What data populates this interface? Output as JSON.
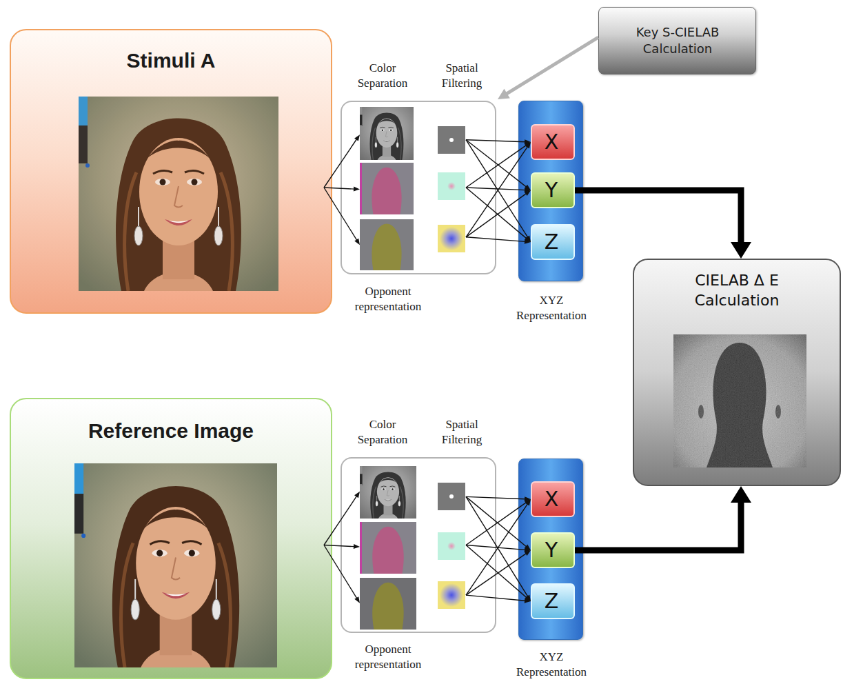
{
  "diagram": {
    "nodes": [
      {
        "text": [
          "Stimuli A"
        ]
      },
      {
        "text": [
          "Key S-CIELAB Calculation"
        ]
      },
      {
        "text": [
          "Color Separation",
          "Spatial Filtering",
          "Opponent representation"
        ]
      },
      {
        "text": [
          "XYZ Representation"
        ]
      },
      {
        "text": [
          "X"
        ],
        "in": 3
      },
      {
        "text": [
          "Y"
        ],
        "in": 3
      },
      {
        "text": [
          "Z"
        ],
        "in": 3
      },
      {
        "text": [
          "CIELAB Δ E Calculation"
        ]
      },
      {
        "text": [
          "Reference Image"
        ]
      },
      {
        "text": [
          "Color Separation",
          "Spatial Filtering",
          "Opponent representation"
        ]
      },
      {
        "text": [
          "XYZ Representation"
        ]
      },
      {
        "text": [
          "X"
        ],
        "in": 10
      },
      {
        "text": [
          "Y"
        ],
        "in": 10
      },
      {
        "text": [
          "Z"
        ],
        "in": 10
      }
    ],
    "edges": [
      {
        "from": 0,
        "to": 2,
        "arrow": "to"
      },
      {
        "from": 1,
        "to": 2,
        "arrow": "to"
      },
      {
        "from": 2,
        "to": 4,
        "arrow": "to"
      },
      {
        "from": 2,
        "to": 5,
        "arrow": "to"
      },
      {
        "from": 2,
        "to": 6,
        "arrow": "to"
      },
      {
        "from": 5,
        "to": 7,
        "arrow": "to"
      },
      {
        "from": 8,
        "to": 9,
        "arrow": "to"
      },
      {
        "from": 9,
        "to": 11,
        "arrow": "to"
      },
      {
        "from": 9,
        "to": 12,
        "arrow": "to"
      },
      {
        "from": 9,
        "to": 13,
        "arrow": "to"
      },
      {
        "from": 12,
        "to": 7,
        "arrow": "to"
      }
    ]
  }
}
